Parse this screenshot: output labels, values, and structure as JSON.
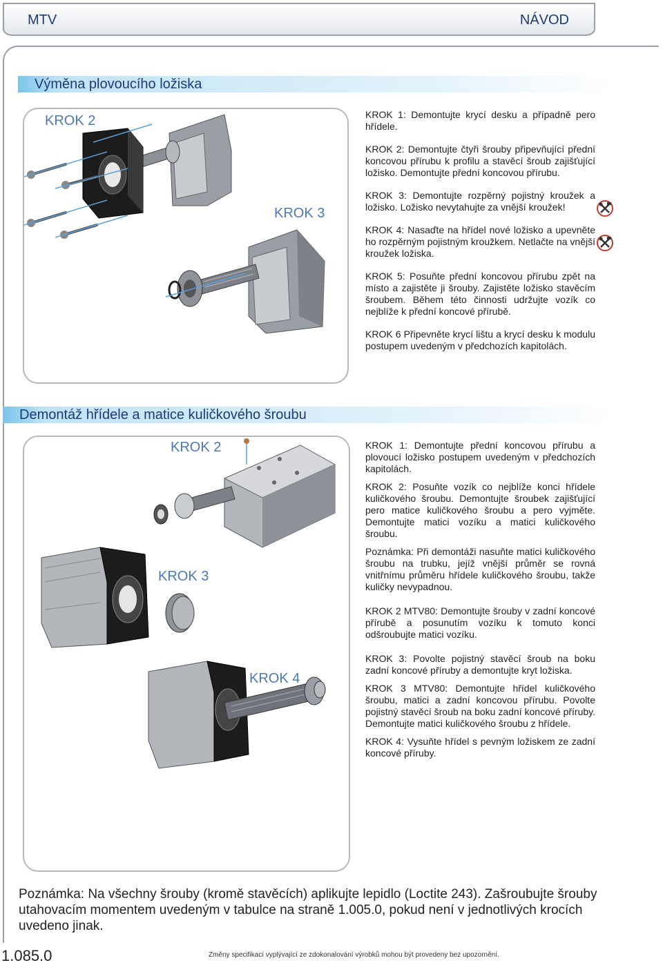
{
  "header": {
    "left": "MTV",
    "right": "NÁVOD"
  },
  "section1": {
    "title": "Výměna plovoucího ložiska",
    "labels": {
      "krok2": "KROK 2",
      "krok3": "KROK 3"
    },
    "steps": [
      "KROK 1: Demontujte krycí desku a případně pero hřídele.",
      "KROK 2: Demontujte čtyři šrouby připevňující přední koncovou přírubu k profilu a stavěcí šroub zajišťující ložisko. Demontujte přední koncovou přírubu.",
      "KROK 3: Demontujte rozpěrný pojistný kroužek a ložisko. Ložisko nevytahujte za vnější kroužek!",
      "KROK 4: Nasaďte na hřídel nové ložisko a upevněte ho rozpěrným pojistným kroužkem. Netlačte na vnější kroužek ložiska.",
      "KROK 5: Posuňte přední koncovou přírubu zpět na místo a zajistěte ji šrouby. Zajistěte ložisko stavěcím šroubem. Během této činnosti udržujte vozík co nejblíže k přední koncové přírubě.",
      "KROK 6 Připevněte krycí lištu a krycí desku k modulu postupem uvedeným v předchozích kapitolách."
    ]
  },
  "section2": {
    "title": "Demontáž hřídele a matice kuličkového šroubu",
    "labels": {
      "krok2": "KROK 2",
      "krok3": "KROK 3",
      "krok4": "KROK 4"
    },
    "steps": [
      "KROK 1: Demontujte přední koncovou přírubu a plovoucí ložisko postupem uvedeným v předchozích kapitolách.",
      "KROK 2: Posuňte vozík co nejblíže konci hřídele kuličkového šroubu. Demontujte šroubek zajišťující pero matice kuličkového šroubu a pero vyjměte. Demontujte matici vozíku a matici kuličkového šroubu.",
      "Poznámka: Při demontáži nasuňte matici kuličkového šroubu na trubku, jejíž vnější průměr se rovná vnitřnímu průměru hřídele kuličkového šroubu, takže kuličky nevypadnou.",
      "KROK 2 MTV80: Demontujte šrouby v zadní koncové přírubě a posunutím vozíku k tomuto konci odšroubujte matici vozíku.",
      "KROK 3: Povolte pojistný stavěcí šroub na boku zadní koncové příruby a demontujte kryt ložiska.",
      "KROK 3 MTV80: Demontujte hřídel kuličkového šroubu, matici a zadní koncovou přírubu. Povolte pojistný stavěcí šroub na boku zadní koncové příruby. Demontujte matici kuličkového šroubu z hřídele.",
      "KROK 4: Vysuňte hřídel s pevným ložiskem ze zadní koncové příruby."
    ]
  },
  "note": {
    "lead": "Poznámka:",
    "text": " Na všechny šrouby (kromě stavěcích) aplikujte lepidlo (Loctite 243). Zašroubujte šrouby utahovacím momentem uvedeným v tabulce na straně 1.005.0, pokud není v jednotlivých krocích uvedeno jinak."
  },
  "page_number": "1.085.0",
  "footer": "Změny specifikací vyplývající ze zdokonalování výrobků mohou být provedeny bez upozornění."
}
